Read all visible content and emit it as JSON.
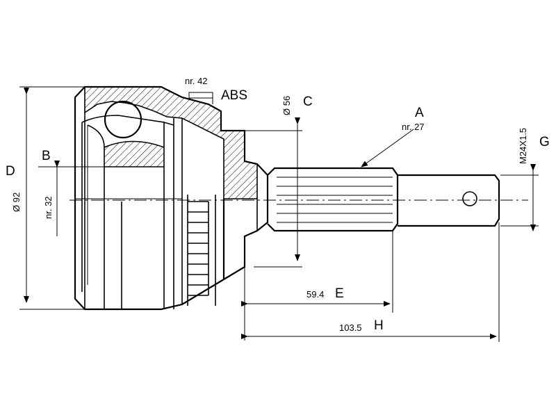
{
  "labels": {
    "D": "D",
    "B": "B",
    "C": "C",
    "A": "A",
    "G": "G",
    "E": "E",
    "H": "H",
    "abs": "ABS",
    "nr42": "nr. 42",
    "nr27": "nr. 27",
    "nr32": "nr. 32",
    "d92": "Ø 92",
    "d56": "Ø 56",
    "thread": "M24X1.5",
    "dimE": "59.4",
    "dimH": "103.5"
  }
}
